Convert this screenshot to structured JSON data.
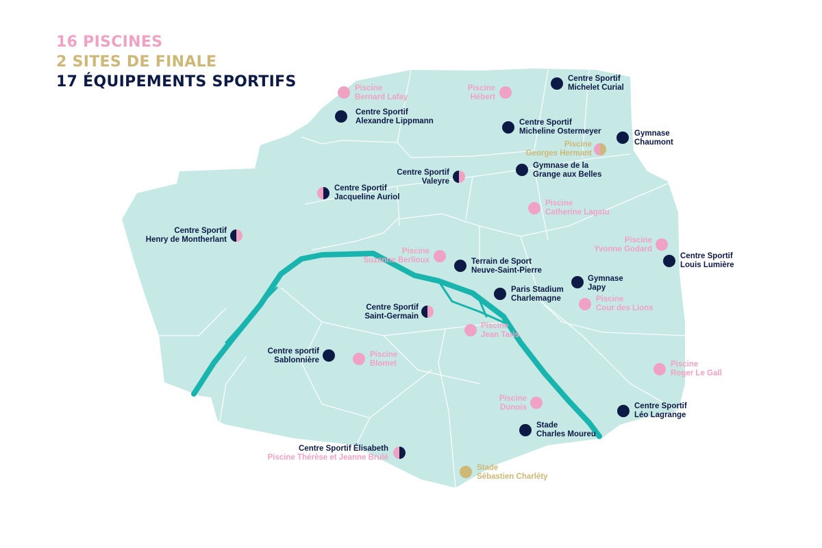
{
  "headline": {
    "pools": "16 PISCINES",
    "finals": "2 SITES DE FINALE",
    "facilities": "17 ÉQUIPEMENTS SPORTIFS"
  },
  "colors": {
    "pool": "#f0a2c4",
    "final_site": "#cdb877",
    "sports_facility": "#0c1a45",
    "city_fill": "#c7e9e6",
    "river": "#18b4ad"
  },
  "sites": {
    "bernard_lafay": {
      "line1": "Piscine",
      "line2": "Bernard Lafay"
    },
    "hebert": {
      "line1": "Piscine",
      "line2": "Hébert"
    },
    "michelet_curial": {
      "line1": "Centre Sportif",
      "line2": "Michelet Curial"
    },
    "alexandre_lippmann": {
      "line1": "Centre Sportif",
      "line2": "Alexandre Lippmann"
    },
    "micheline_ostermeyer": {
      "line1": "Centre Sportif",
      "line2": "Micheline Ostermeyer"
    },
    "gymnase_chaumont": {
      "line1": "Gymnase",
      "line2": "Chaumont"
    },
    "georges_hermant": {
      "line1": "Piscine",
      "line2": "Georges Hermant"
    },
    "valeyre": {
      "line1": "Centre Sportif",
      "line2": "Valeyre"
    },
    "grange_aux_belles": {
      "line1": "Gymnase de la",
      "line2": "Grange aux Belles"
    },
    "jacqueline_auriol": {
      "line1": "Centre Sportif",
      "line2": "Jacqueline Auriol"
    },
    "catherine_lagatu": {
      "line1": "Piscine",
      "line2": "Catherine Lagatu"
    },
    "montherlant": {
      "line1": "Centre Sportif",
      "line2": "Henry de Montherlant"
    },
    "yvonne_godard": {
      "line1": "Piscine",
      "line2": "Yvonne Godard"
    },
    "louis_lumiere": {
      "line1": "Centre Sportif",
      "line2": "Louis Lumière"
    },
    "suzanne_berlioux": {
      "line1": "Piscine",
      "line2": "Suzanne Berlioux"
    },
    "neuve_saint_pierre": {
      "line1": "Terrain de Sport",
      "line2": "Neuve-Saint-Pierre"
    },
    "gymnase_japy": {
      "line1": "Gymnase",
      "line2": "Japy"
    },
    "paris_stadium": {
      "line1": "Paris Stadium",
      "line2": "Charlemagne"
    },
    "cour_des_lions": {
      "line1": "Piscine",
      "line2": "Cour des Lions"
    },
    "saint_germain": {
      "line1": "Centre Sportif",
      "line2": "Saint-Germain"
    },
    "jean_taris": {
      "line1": "Piscine",
      "line2": "Jean Taris"
    },
    "sablonniere": {
      "line1": "Centre sportif",
      "line2": "Sablonnière"
    },
    "blomet": {
      "line1": "Piscine",
      "line2": "Blomet"
    },
    "roger_le_gall": {
      "line1": "Piscine",
      "line2": "Roger Le Gall"
    },
    "dunois": {
      "line1": "Piscine",
      "line2": "Dunois"
    },
    "leo_lagrange": {
      "line1": "Centre Sportif",
      "line2": "Léo Lagrange"
    },
    "charles_moureu": {
      "line1": "Stade",
      "line2": "Charles Moureu"
    },
    "elisabeth": {
      "line1": "Centre Sportif Élisabeth",
      "line2": "Piscine Thérèse et Jeanne Brulé"
    },
    "charlety": {
      "line1": "Stade",
      "line2": "Sébastien Charléty"
    }
  }
}
